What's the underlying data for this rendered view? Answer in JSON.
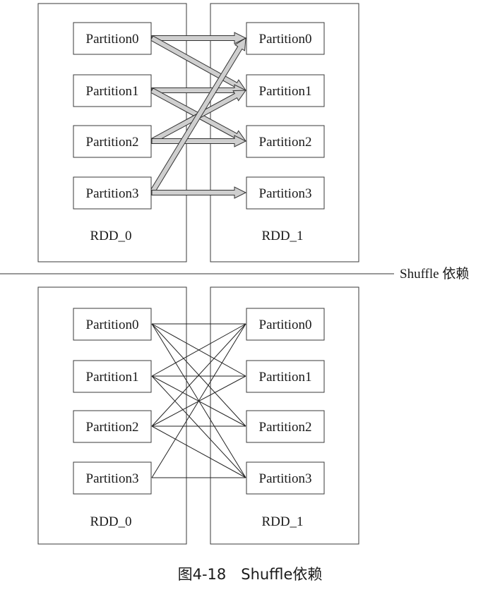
{
  "top_panel": {
    "rdd0_partitions": [
      "Partition0",
      "Partition1",
      "Partition2",
      "Partition3"
    ],
    "rdd1_partitions": [
      "Partition0",
      "Partition1",
      "Partition2",
      "Partition3"
    ],
    "rdd0_label": "RDD_0",
    "rdd1_label": "RDD_1",
    "arrows": [
      {
        "from": 0,
        "to": 0
      },
      {
        "from": 0,
        "to": 1
      },
      {
        "from": 1,
        "to": 1
      },
      {
        "from": 1,
        "to": 2
      },
      {
        "from": 2,
        "to": 1
      },
      {
        "from": 2,
        "to": 2
      },
      {
        "from": 3,
        "to": 0
      },
      {
        "from": 3,
        "to": 3
      }
    ]
  },
  "divider": {
    "label": "Shuffle 依赖"
  },
  "bottom_panel": {
    "rdd0_partitions": [
      "Partition0",
      "Partition1",
      "Partition2",
      "Partition3"
    ],
    "rdd1_partitions": [
      "Partition0",
      "Partition1",
      "Partition2",
      "Partition3"
    ],
    "rdd0_label": "RDD_0",
    "rdd1_label": "RDD_1",
    "connections": [
      {
        "from": 0,
        "to": 0
      },
      {
        "from": 0,
        "to": 1
      },
      {
        "from": 0,
        "to": 2
      },
      {
        "from": 0,
        "to": 3
      },
      {
        "from": 1,
        "to": 0
      },
      {
        "from": 1,
        "to": 1
      },
      {
        "from": 1,
        "to": 2
      },
      {
        "from": 1,
        "to": 3
      },
      {
        "from": 2,
        "to": 0
      },
      {
        "from": 2,
        "to": 1
      },
      {
        "from": 2,
        "to": 2
      },
      {
        "from": 2,
        "to": 3
      },
      {
        "from": 3,
        "to": 0
      },
      {
        "from": 3,
        "to": 3
      }
    ]
  },
  "caption": "图4-18　Shuffle依赖"
}
